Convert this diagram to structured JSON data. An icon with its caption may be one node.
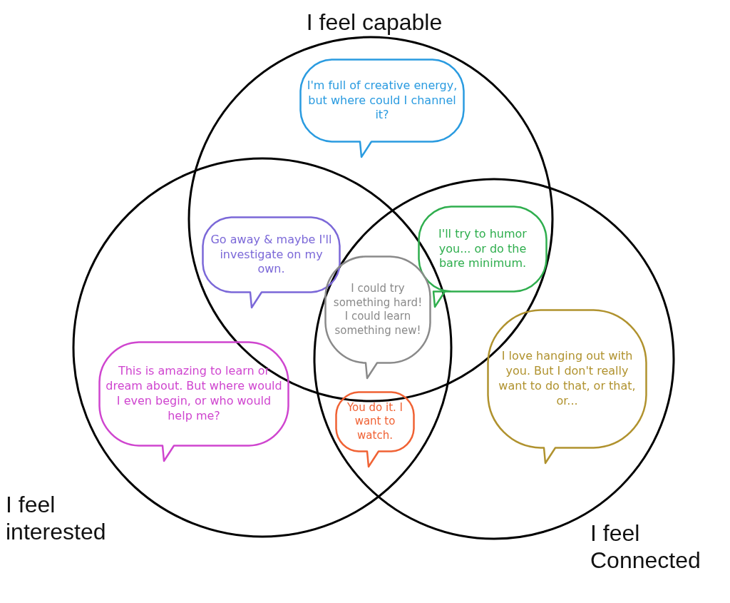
{
  "diagram": {
    "nodes": [
      {
        "text": [
          "I feel capable"
        ]
      },
      {
        "text": [
          "I feel interested"
        ]
      },
      {
        "text": [
          "I feel Connected"
        ]
      },
      {
        "text": [
          "I'm full of creative energy, but where could I channel it?"
        ],
        "in": 0
      },
      {
        "text": [
          "Go away & maybe I'll investigate on my own."
        ]
      },
      {
        "text": [
          "I'll try to humor you... or do the bare minimum."
        ]
      },
      {
        "text": [
          "I could try something hard! I could learn something new!"
        ]
      },
      {
        "text": [
          "I love hanging out with you. But I don't really want to do that, or that, or..."
        ],
        "in": 2
      },
      {
        "text": [
          "This is amazing to learn or dream about. But where would I even begin, or who would help me?"
        ],
        "in": 1
      },
      {
        "text": [
          "You do it. I want to watch."
        ]
      }
    ]
  }
}
